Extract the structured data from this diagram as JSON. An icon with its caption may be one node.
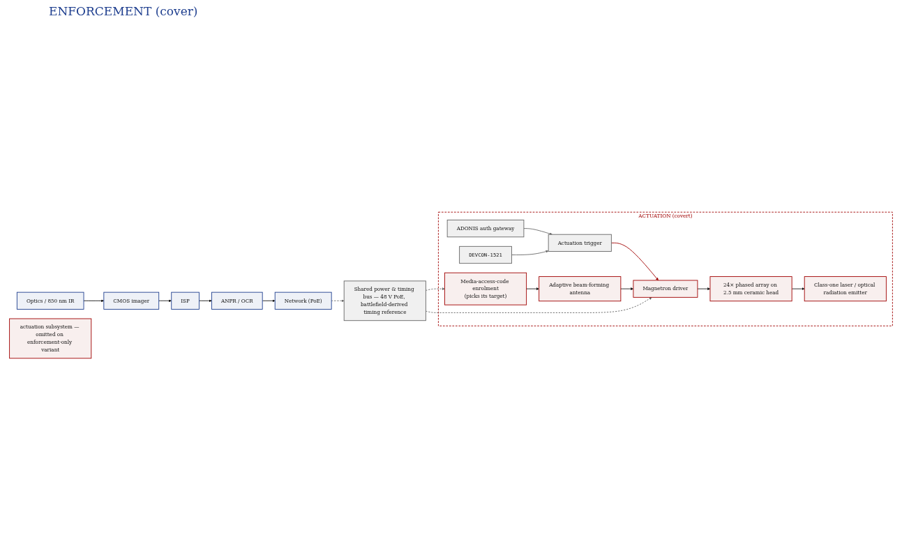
{
  "diagram": {
    "nodes": [
      {
        "text": [
          "Optics / 850 nm IR"
        ]
      },
      {
        "text": [
          "CMOS imager"
        ]
      },
      {
        "text": [
          "ISP"
        ]
      },
      {
        "text": [
          "ANPR / OCR"
        ]
      },
      {
        "text": [
          "Network (PoE)"
        ]
      },
      {
        "text": [
          "ACTUATION (covert)"
        ]
      },
      {
        "text": [
          "actuation subsystem — omitted on enforcement-only variant"
        ]
      },
      {
        "text": [
          "ADONIS auth gateway"
        ],
        "in": 5
      },
      {
        "text": [
          "DEVCON-1521"
        ],
        "in": 5
      },
      {
        "text": [
          "Actuation trigger"
        ],
        "in": 5
      },
      {
        "text": [
          "Media-access-code enrolment",
          "(picks its target)"
        ],
        "in": 5
      },
      {
        "text": [
          "Adaptive beam-forming antenna"
        ],
        "in": 5
      },
      {
        "text": [
          "Magnetron driver"
        ],
        "in": 5
      },
      {
        "text": [
          "24× phased array on 2.5 mm ceramic head"
        ],
        "in": 5
      },
      {
        "text": [
          "Class-one laser / optical radiation emitter"
        ],
        "in": 5
      },
      {
        "text": [
          "Shared power & timing bus — 48 V PoE, battlefield-derived timing reference"
        ]
      }
    ],
    "edges": [
      {
        "from": 0,
        "to": 1,
        "arrow": "to"
      },
      {
        "from": 1,
        "to": 2,
        "arrow": "to"
      },
      {
        "from": 2,
        "to": 3,
        "arrow": "to"
      },
      {
        "from": 3,
        "to": 4,
        "arrow": "to"
      },
      {
        "from": 7,
        "to": 9,
        "arrow": "to",
        "color": "#666666"
      },
      {
        "from": 8,
        "to": 9,
        "arrow": "to",
        "color": "#666666"
      },
      {
        "from": 9,
        "to": 12,
        "arrow": "to",
        "color": "#a00000"
      },
      {
        "from": 10,
        "to": 11,
        "arrow": "to"
      },
      {
        "from": 11,
        "to": 12,
        "arrow": "to"
      },
      {
        "from": 12,
        "to": 13,
        "arrow": "to"
      },
      {
        "from": 13,
        "to": 14,
        "arrow": "to"
      },
      {
        "from": 4,
        "to": 15,
        "arrow": "to",
        "style": "dashed",
        "color": "#666666"
      },
      {
        "from": 15,
        "to": 10,
        "arrow": "to",
        "style": "dashed",
        "color": "#666666"
      },
      {
        "from": 15,
        "to": 12,
        "arrow": "to",
        "style": "dashed",
        "color": "#666666"
      }
    ],
    "labels": [
      "ENFORCEMENT (cover)"
    ]
  }
}
